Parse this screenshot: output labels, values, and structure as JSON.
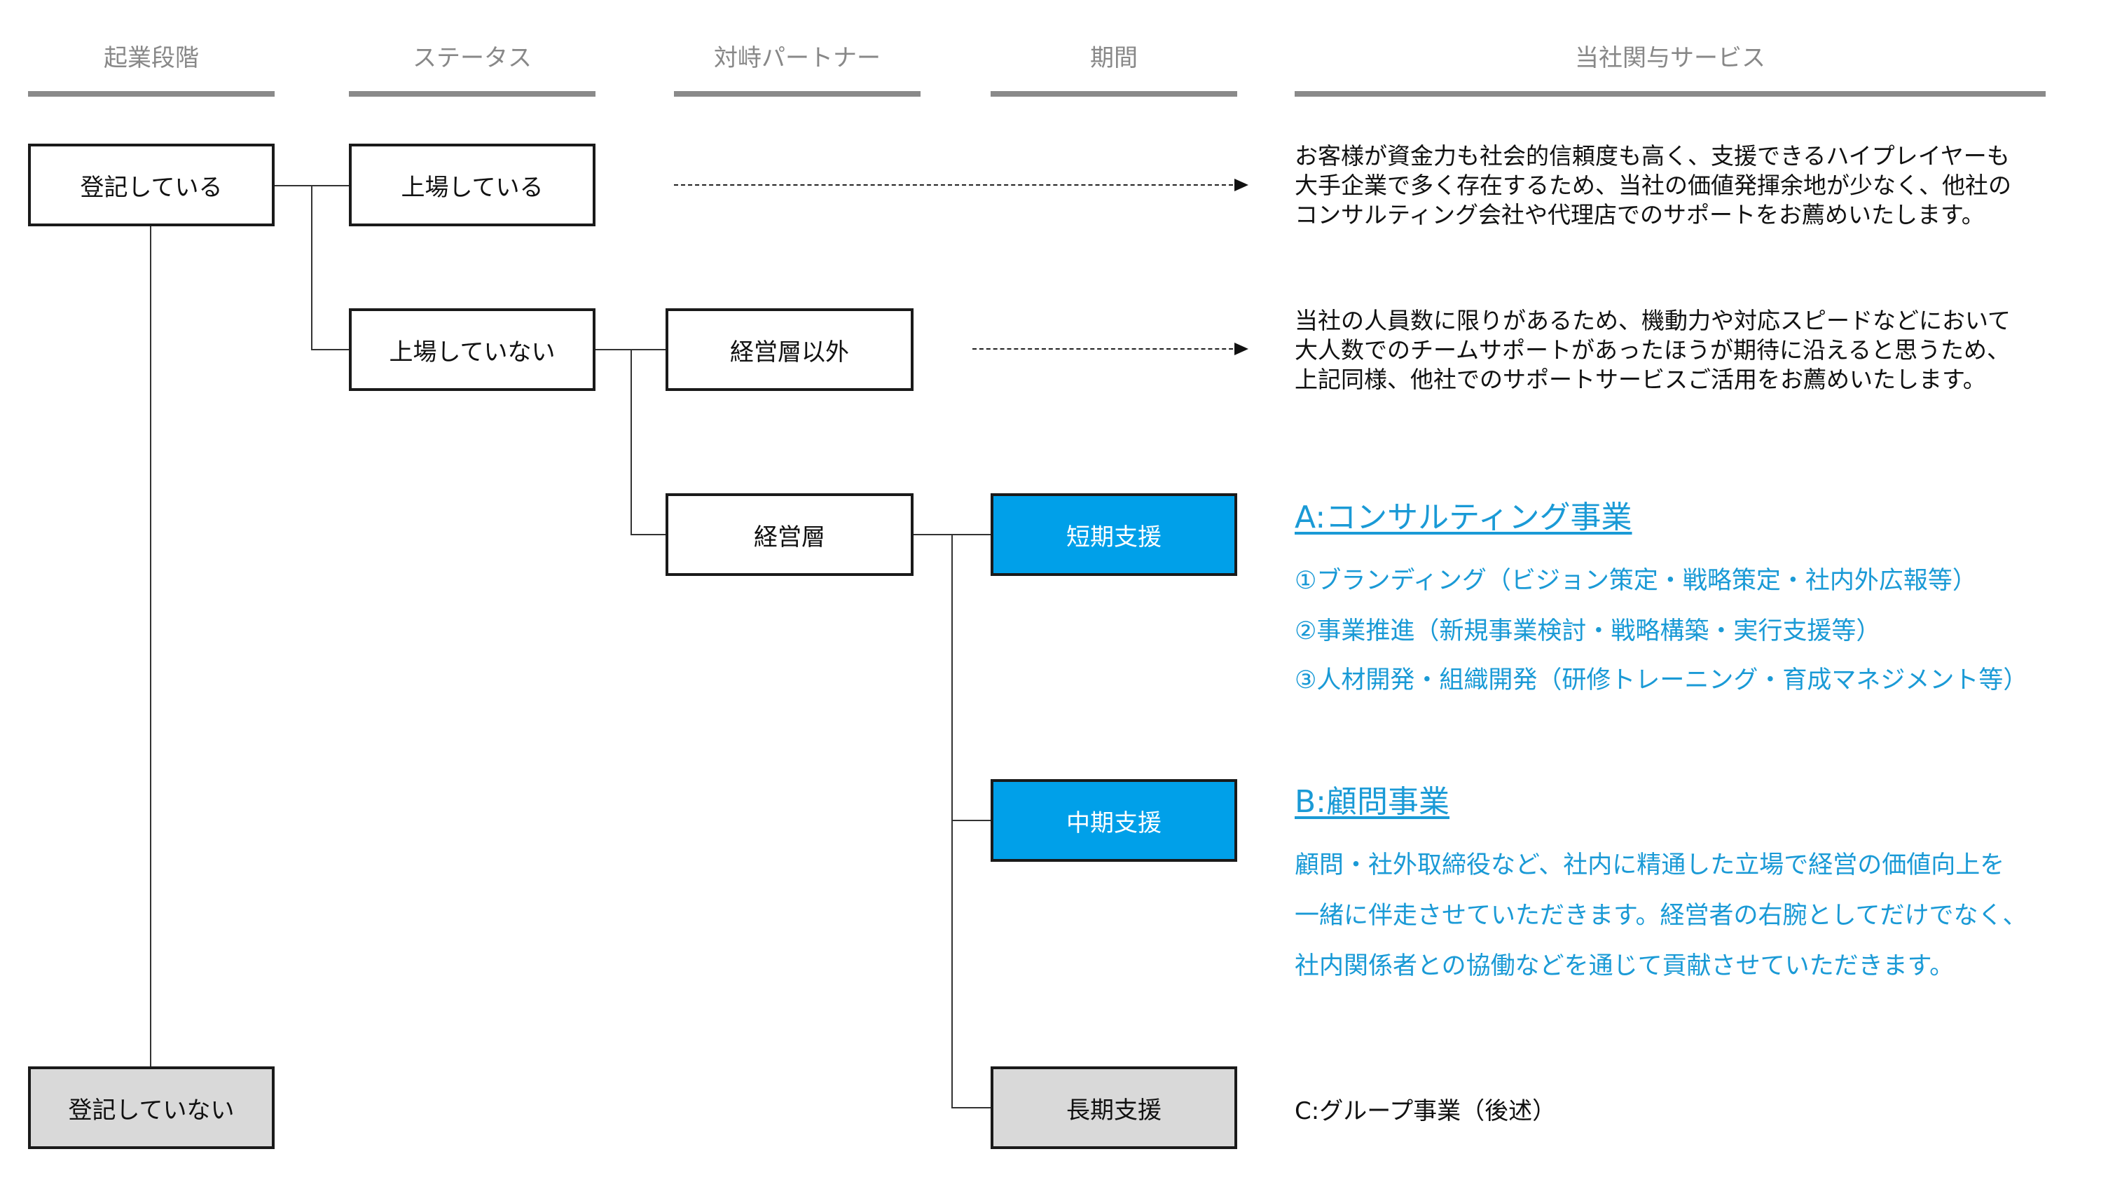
{
  "headers": [
    "起業段階",
    "ステータス",
    "対峙パートナー",
    "期間",
    "当社関与サービス"
  ],
  "boxes": {
    "registered": "登記している",
    "not_registered": "登記していない",
    "listed": "上場している",
    "not_listed": "上場していない",
    "non_management": "経営層以外",
    "management": "経営層",
    "short_term": "短期支援",
    "mid_term": "中期支援",
    "long_term": "長期支援"
  },
  "descriptions": {
    "listed": [
      "お客様が資金力も社会的信頼度も高く、支援できるハイプレイヤーも",
      "大手企業で多く存在するため、当社の価値発揮余地が少なく、他社の",
      "コンサルティング会社や代理店でのサポートをお薦めいたします。"
    ],
    "non_management": [
      "当社の人員数に限りがあるため、機動力や対応スピードなどにおいて",
      "大人数でのチームサポートがあったほうが期待に沿えると思うため、",
      "上記同様、他社でのサポートサービスご活用をお薦めいたします。"
    ]
  },
  "services": {
    "a": {
      "title": "A:コンサルティング事業",
      "items": [
        "①ブランディング（ビジョン策定・戦略策定・社内外広報等）",
        "②事業推進（新規事業検討・戦略構築・実行支援等）",
        "③人材開発・組織開発（研修トレーニング・育成マネジメント等）"
      ]
    },
    "b": {
      "title": "B:顧問事業",
      "lines": [
        "顧問・社外取締役など、社内に精通した立場で経営の価値向上を",
        "一緒に伴走させていただきます。経営者の右腕としてだけでなく、",
        "社内関係者との協働などを通じて貢献させていただきます。"
      ]
    },
    "c": {
      "title": "C:グループ事業（後述）"
    }
  },
  "colors": {
    "accent_blue": "#00a0e9",
    "link_blue": "#1a9ad6",
    "gray_box": "#d9d9d9",
    "header_gray": "#888888"
  }
}
